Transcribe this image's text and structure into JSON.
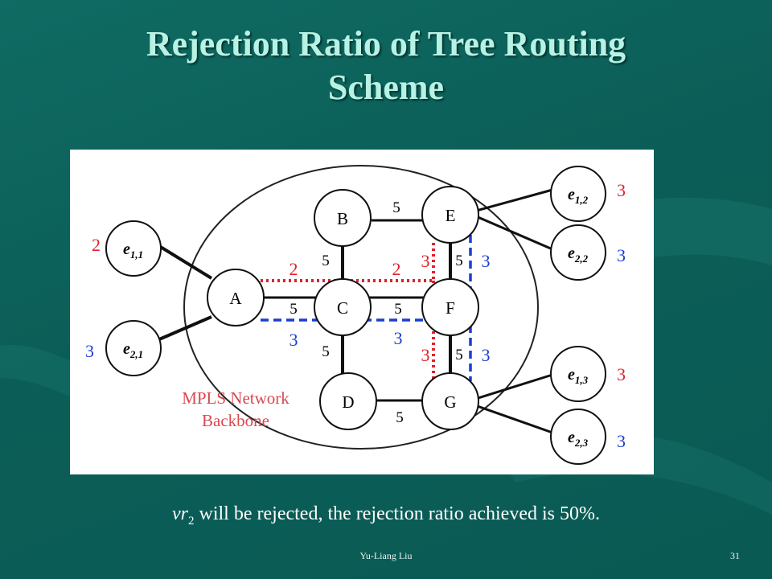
{
  "slide": {
    "title_line1": "Rejection Ratio of Tree Routing",
    "title_line2": "Scheme",
    "caption_var": "vr",
    "caption_sub": "2",
    "caption_rest": " will be rejected, the rejection ratio achieved is 50%.",
    "author": "Yu-Liang Liu",
    "page_number": "31"
  },
  "diagram": {
    "backbone_label_line1": "MPLS Network",
    "backbone_label_line2": "Backbone",
    "nodes": {
      "A": "A",
      "B": "B",
      "C": "C",
      "D": "D",
      "E": "E",
      "F": "F",
      "G": "G"
    },
    "edge_nodes": {
      "e11": {
        "base": "e",
        "sub": "1,1",
        "demand": "2"
      },
      "e21": {
        "base": "e",
        "sub": "2,1",
        "demand": "3"
      },
      "e12": {
        "base": "e",
        "sub": "1,2",
        "demand": "3"
      },
      "e22": {
        "base": "e",
        "sub": "2,2",
        "demand": "3"
      },
      "e13": {
        "base": "e",
        "sub": "1,3",
        "demand": "3"
      },
      "e23": {
        "base": "e",
        "sub": "2,3",
        "demand": "3"
      }
    },
    "capacities": {
      "B_E": "5",
      "B_C": "5",
      "A_C": "5",
      "C_F": "5",
      "C_D": "5",
      "D_G": "5",
      "E_F": "5",
      "F_G": "5"
    },
    "red_flow_labels": {
      "A_C": "2",
      "C_F": "2",
      "E_F": "3",
      "F_G": "3"
    },
    "blue_flow_labels": {
      "A_C": "3",
      "C_F": "3",
      "E_F": "3",
      "F_G": "3"
    },
    "colors": {
      "red": "#e0202a",
      "blue": "#1a3fd0"
    }
  }
}
